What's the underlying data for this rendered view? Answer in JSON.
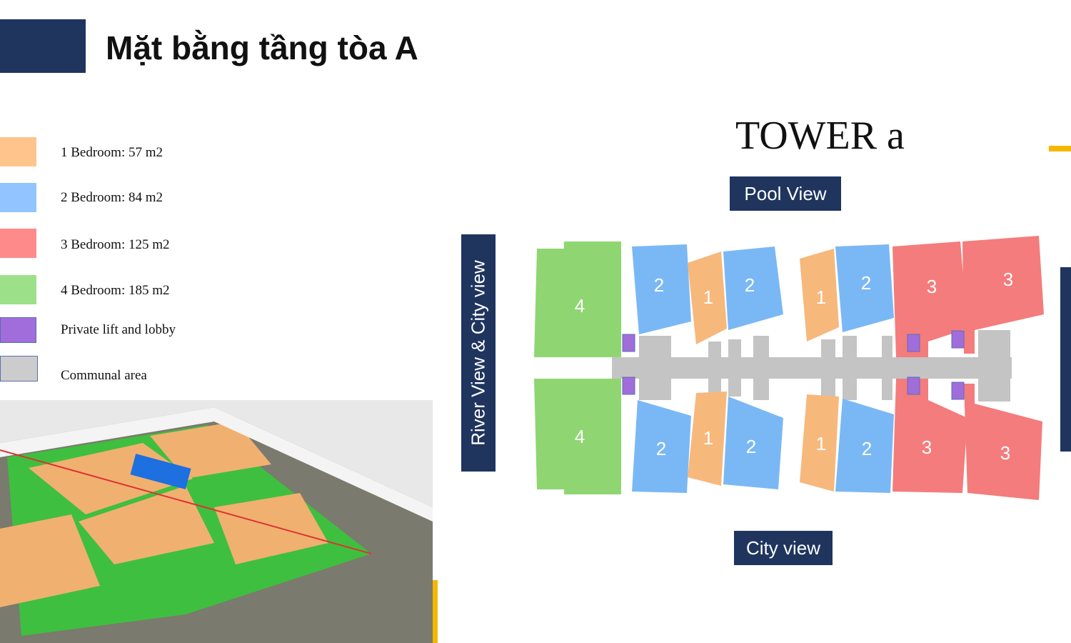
{
  "title": "Mặt bằng tầng tòa A",
  "legend": [
    {
      "label": "1 Bedroom: 57 m2",
      "color": "#ffc48c"
    },
    {
      "label": "2 Bedroom: 84 m2",
      "color": "#92c5ff"
    },
    {
      "label": "3 Bedroom: 125 m2",
      "color": "#ff8a8a"
    },
    {
      "label": "4 Bedroom: 185 m2",
      "color": "#9de08a"
    },
    {
      "label": "Private lift and lobby",
      "color": "#a06ddb"
    },
    {
      "label": "Communal area",
      "color": "#cccccc"
    }
  ],
  "tower_title": "TOWER a",
  "views": {
    "top": "Pool View",
    "left": "River View & City view",
    "bottom": "City view"
  },
  "units": {
    "top": [
      "4",
      "2",
      "1",
      "2",
      "1",
      "2",
      "3",
      "3"
    ],
    "bottom": [
      "4",
      "2",
      "1",
      "2",
      "1",
      "2",
      "3",
      "3"
    ]
  },
  "colors": {
    "navy": "#1f355e",
    "accent": "#f5b800"
  }
}
